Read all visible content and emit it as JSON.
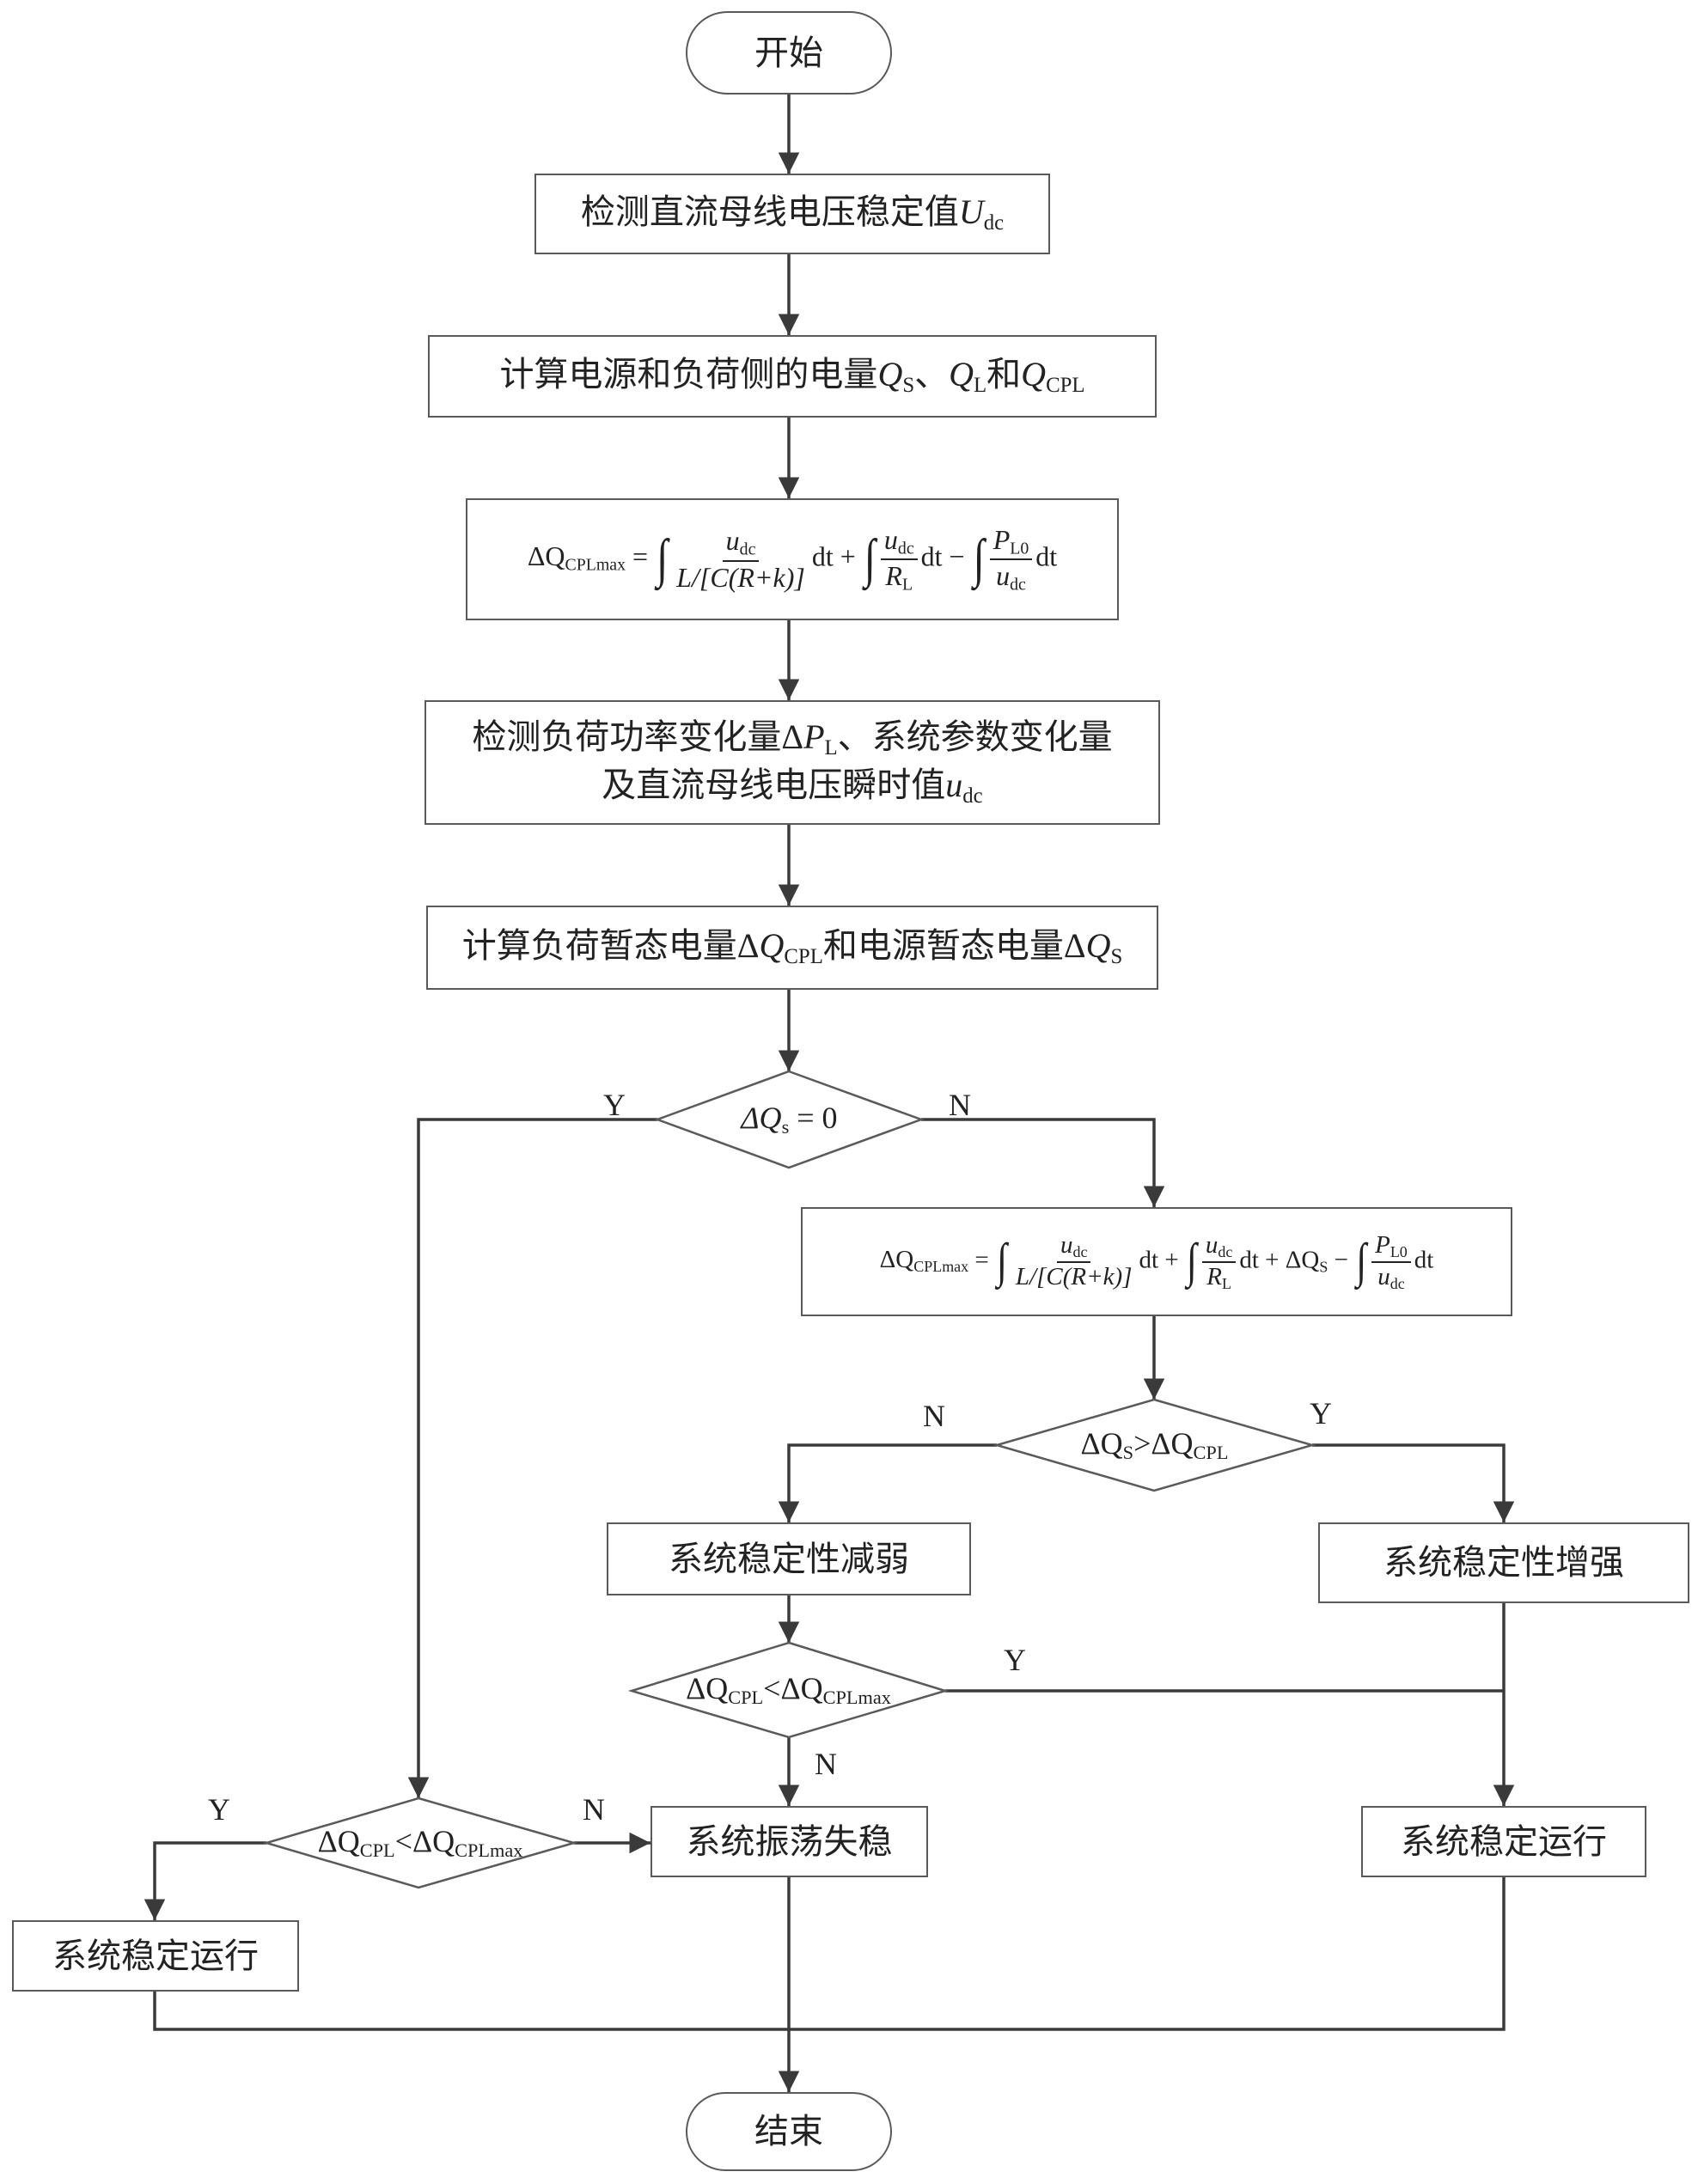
{
  "nodes": {
    "start": "开始",
    "detect_udc_prefix": "检测直流母线电压稳定值",
    "detect_udc_var": "U",
    "detect_udc_sub": "dc",
    "calc_q_prefix": "计算电源和负荷侧的电量",
    "calc_q_qs": "Q",
    "calc_q_qs_sub": "S",
    "calc_q_sep1": "、",
    "calc_q_ql": "Q",
    "calc_q_ql_sub": "L",
    "calc_q_sep2": "和",
    "calc_q_qcpl": "Q",
    "calc_q_qcpl_sub": "CPL",
    "detect_load_line1_prefix": "检测负荷功率变化量Δ",
    "detect_load_line1_var": "P",
    "detect_load_line1_sub": "L",
    "detect_load_line1_suffix": "、系统参数变化量",
    "detect_load_line2_prefix": "及直流母线电压瞬时值",
    "detect_load_line2_var": "u",
    "detect_load_line2_sub": "dc",
    "calc_transient_prefix": "计算负荷暂态电量Δ",
    "calc_transient_var1": "Q",
    "calc_transient_sub1": "CPL",
    "calc_transient_mid": "和电源暂态电量Δ",
    "calc_transient_var2": "Q",
    "calc_transient_sub2": "S",
    "weaken": "系统稳定性减弱",
    "enhance": "系统稳定性增强",
    "oscillate": "系统振荡失稳",
    "stable_right": "系统稳定运行",
    "stable_left": "系统稳定运行",
    "end": "结束"
  },
  "decisions": {
    "dqs_zero_lhs": "ΔQ",
    "dqs_zero_sub": "s",
    "dqs_zero_rhs": " = 0",
    "dqs_gt_lhs": "ΔQ",
    "dqs_gt_sub1": "S",
    "dqs_gt_op": ">ΔQ",
    "dqs_gt_sub2": "CPL",
    "dqcpl_lhs": "ΔQ",
    "dqcpl_sub1": "CPL",
    "dqcpl_op": "<ΔQ",
    "dqcpl_sub2": "CPLmax"
  },
  "formula1": {
    "lhs": "ΔQ",
    "lhs_sub": "CPLmax",
    "eq": " = ",
    "int": "∫",
    "t1_num": "u",
    "t1_num_sub": "dc",
    "t1_den": "L/[C(R+k)]",
    "dt": "dt",
    "plus": " + ",
    "t2_num": "u",
    "t2_num_sub": "dc",
    "t2_den": "R",
    "t2_den_sub": "L",
    "minus": " − ",
    "t3_num": "P",
    "t3_num_sub": "L0",
    "t3_den": "u",
    "t3_den_sub": "dc"
  },
  "formula2": {
    "lhs": "ΔQ",
    "lhs_sub": "CPLmax",
    "eq": " = ",
    "int": "∫",
    "t1_num": "u",
    "t1_num_sub": "dc",
    "t1_den": "L/[C(R+k)]",
    "dt": "dt",
    "plus": " + ",
    "t2_num": "u",
    "t2_num_sub": "dc",
    "t2_den": "R",
    "t2_den_sub": "L",
    "plus_dqs": " + ΔQ",
    "dqs_sub": "S",
    "minus": " − ",
    "t3_num": "P",
    "t3_num_sub": "L0",
    "t3_den": "u",
    "t3_den_sub": "dc"
  },
  "labels": {
    "y1": "Y",
    "n1": "N",
    "n2": "N",
    "y2": "Y",
    "y3": "Y",
    "n3": "N",
    "y4": "Y",
    "n4": "N"
  },
  "colors": {
    "line": "#3a3a3a",
    "border": "#5a5a5a"
  }
}
